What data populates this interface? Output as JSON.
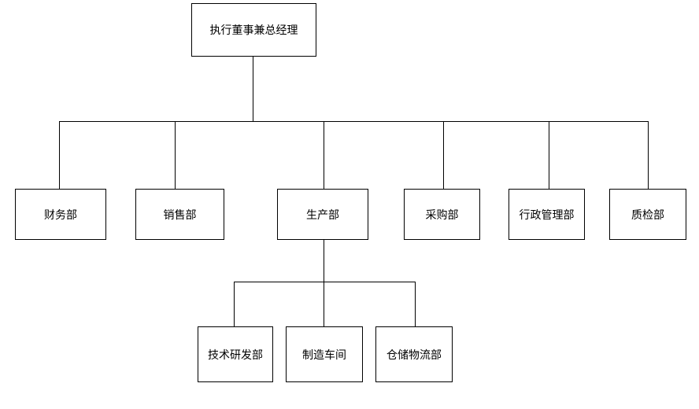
{
  "diagram": {
    "type": "org-chart"
  },
  "org_chart": {
    "root": {
      "label": "执行董事兼总经理"
    },
    "departments": [
      {
        "label": "财务部"
      },
      {
        "label": "销售部"
      },
      {
        "label": "生产部",
        "children": [
          {
            "label": "技术研发部"
          },
          {
            "label": "制造车间"
          },
          {
            "label": "仓储物流部"
          }
        ]
      },
      {
        "label": "采购部"
      },
      {
        "label": "行政管理部"
      },
      {
        "label": "质检部"
      }
    ]
  },
  "colors": {
    "background": "#ffffff",
    "node_fill": "#ffffff",
    "node_border": "#000000",
    "connector": "#000000",
    "text": "#000000"
  }
}
